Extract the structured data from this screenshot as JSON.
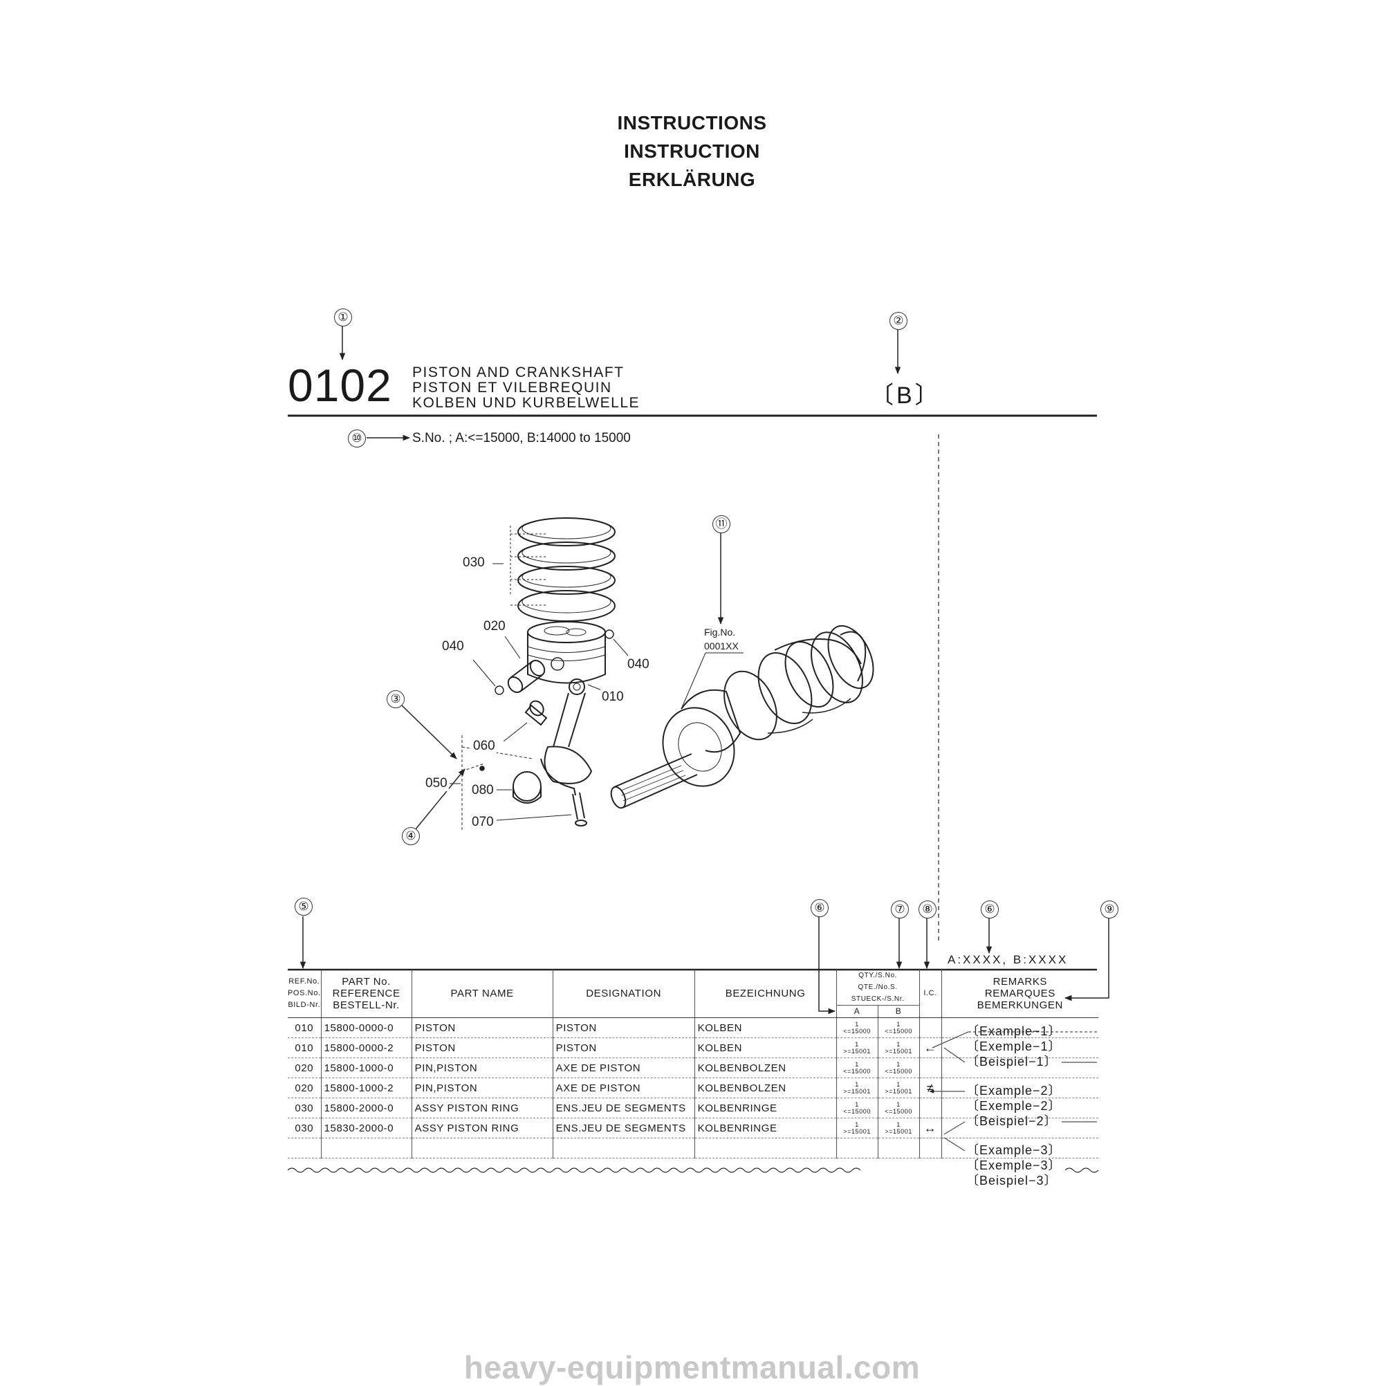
{
  "titles": [
    "INSTRUCTIONS",
    "INSTRUCTION",
    "ERKLÄRUNG"
  ],
  "section": {
    "code": "0102",
    "names": [
      "PISTON AND CRANKSHAFT",
      "PISTON ET VILEBREQUIN",
      "KOLBEN UND KURBELWELLE"
    ],
    "variant": "〔B〕"
  },
  "serial_note": "S.No. ; A:<=15000, B:14000 to 15000",
  "callouts": [
    "①",
    "②",
    "③",
    "④",
    "⑤",
    "⑥",
    "⑦",
    "⑧",
    "⑨",
    "⑩",
    "⑪"
  ],
  "figure": {
    "part_labels": [
      "030",
      "020",
      "040",
      "040",
      "010",
      "060",
      "050",
      "080",
      "070"
    ],
    "fig_ref_label": "Fig.No.",
    "fig_ref_value": "0001XX"
  },
  "legend_ab": "A:XXXX, B:XXXX",
  "table": {
    "headers": {
      "ref": [
        "REF.No.",
        "POS.No.",
        "BILD-Nr."
      ],
      "part_no": [
        "PART No.",
        "REFERENCE",
        "BESTELL-Nr."
      ],
      "part_name": "PART NAME",
      "designation": "DESIGNATION",
      "bezeichnung": "BEZEICHNUNG",
      "qty": [
        "QTY./S.No.",
        "QTE./No.S.",
        "STUECK-/S.Nr."
      ],
      "qty_a": "A",
      "qty_b": "B",
      "ic": "I.C.",
      "remarks": [
        "REMARKS",
        "REMARQUES",
        "BEMERKUNGEN"
      ]
    },
    "rows": [
      {
        "ref": "010",
        "part_no": "15800-0000-0",
        "name": "PISTON",
        "designation": "PISTON",
        "bezeichnung": "KOLBEN",
        "qa": "1",
        "qa_sn": "<=15000",
        "qb": "1",
        "qb_sn": "<=15000",
        "ic": ""
      },
      {
        "ref": "010",
        "part_no": "15800-0000-2",
        "name": "PISTON",
        "designation": "PISTON",
        "bezeichnung": "KOLBEN",
        "qa": "1",
        "qa_sn": ">=15001",
        "qb": "1",
        "qb_sn": ">=15001",
        "ic": "←"
      },
      {
        "ref": "020",
        "part_no": "15800-1000-0",
        "name": "PIN,PISTON",
        "designation": "AXE DE PISTON",
        "bezeichnung": "KOLBENBOLZEN",
        "qa": "1",
        "qa_sn": "<=15000",
        "qb": "1",
        "qb_sn": "<=15000",
        "ic": ""
      },
      {
        "ref": "020",
        "part_no": "15800-1000-2",
        "name": "PIN,PISTON",
        "designation": "AXE DE PISTON",
        "bezeichnung": "KOLBENBOLZEN",
        "qa": "1",
        "qa_sn": ">=15001",
        "qb": "1",
        "qb_sn": ">=15001",
        "ic": "≠"
      },
      {
        "ref": "030",
        "part_no": "15800-2000-0",
        "name": "ASSY PISTON RING",
        "designation": "ENS.JEU DE SEGMENTS",
        "bezeichnung": "KOLBENRINGE",
        "qa": "1",
        "qa_sn": "<=15000",
        "qb": "1",
        "qb_sn": "<=15000",
        "ic": ""
      },
      {
        "ref": "030",
        "part_no": "15830-2000-0",
        "name": "ASSY PISTON RING",
        "designation": "ENS.JEU DE SEGMENTS",
        "bezeichnung": "KOLBENRINGE",
        "qa": "1",
        "qa_sn": ">=15001",
        "qb": "1",
        "qb_sn": ">=15001",
        "ic": "↔"
      },
      {
        "ref": "",
        "part_no": "",
        "name": "",
        "designation": "",
        "bezeichnung": "",
        "qa": "",
        "qa_sn": "",
        "qb": "",
        "qb_sn": "",
        "ic": ""
      }
    ]
  },
  "remarks": [
    "〔Example−1〕",
    "〔Exemple−1〕",
    "〔Beispiel−1〕",
    "〔Example−2〕",
    "〔Exemple−2〕",
    "〔Beispiel−2〕",
    "〔Example−3〕",
    "〔Exemple−3〕",
    "〔Beispiel−3〕"
  ],
  "watermark": "heavy-equipmentmanual.com"
}
